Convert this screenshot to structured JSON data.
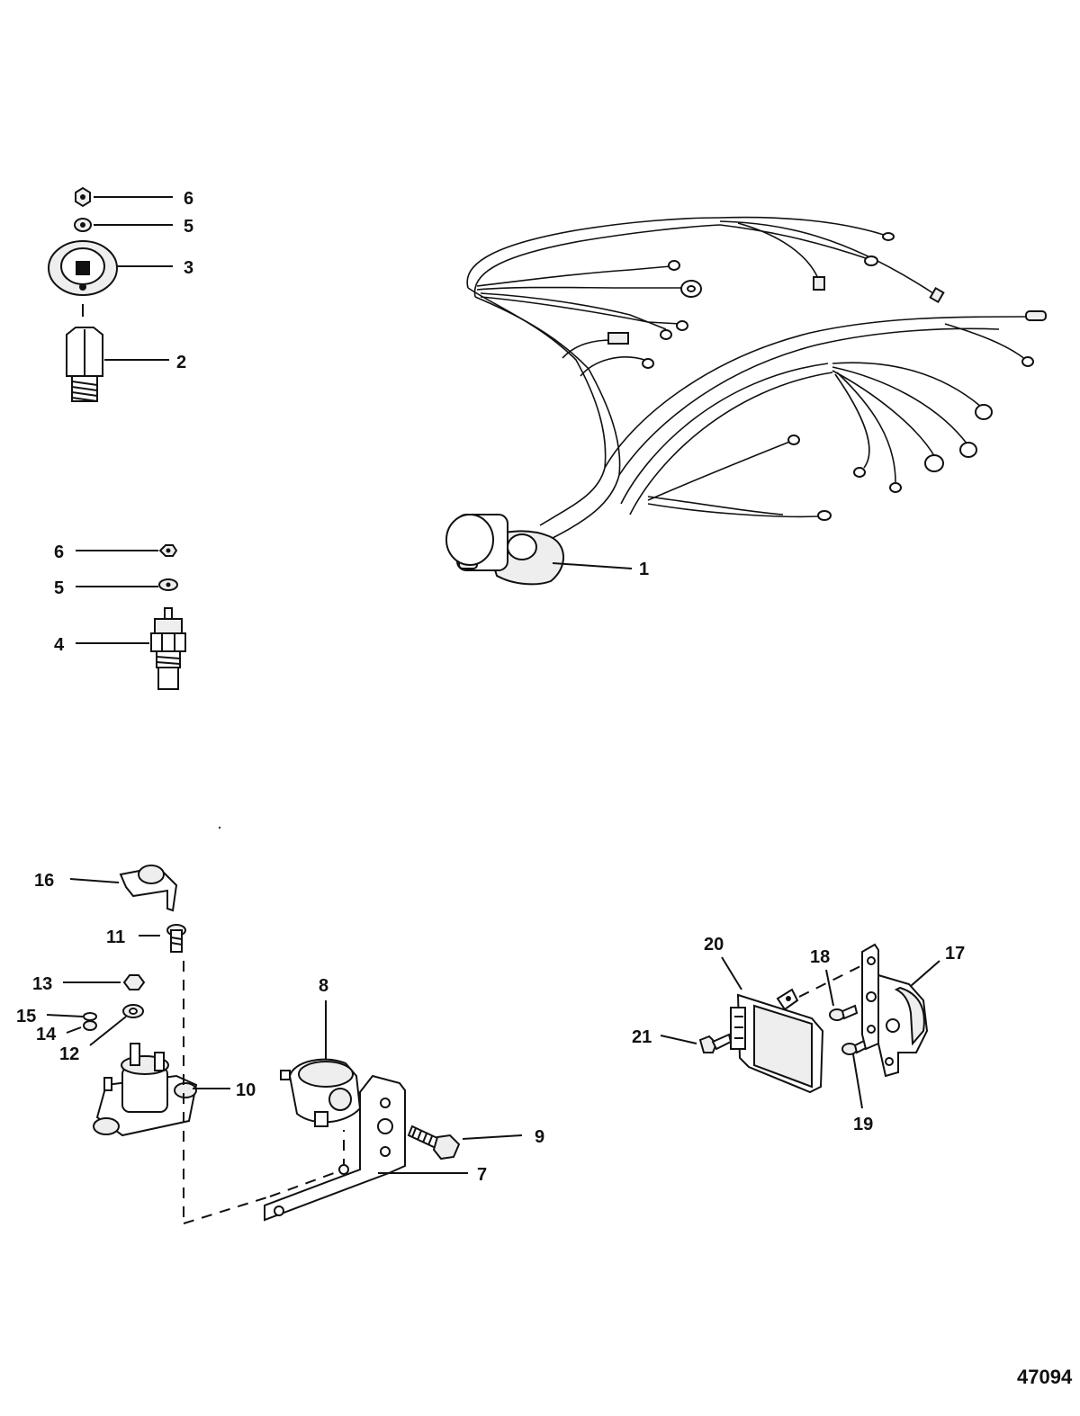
{
  "figure_number": "47094",
  "callouts": {
    "c1": "1",
    "c2": "2",
    "c3": "3",
    "c4": "4",
    "c5a": "5",
    "c5b": "5",
    "c6a": "6",
    "c6b": "6",
    "c7": "7",
    "c8": "8",
    "c9": "9",
    "c10": "10",
    "c11": "11",
    "c12": "12",
    "c13": "13",
    "c14": "14",
    "c15": "15",
    "c16": "16",
    "c17": "17",
    "c18": "18",
    "c19": "19",
    "c20": "20",
    "c21": "21"
  }
}
